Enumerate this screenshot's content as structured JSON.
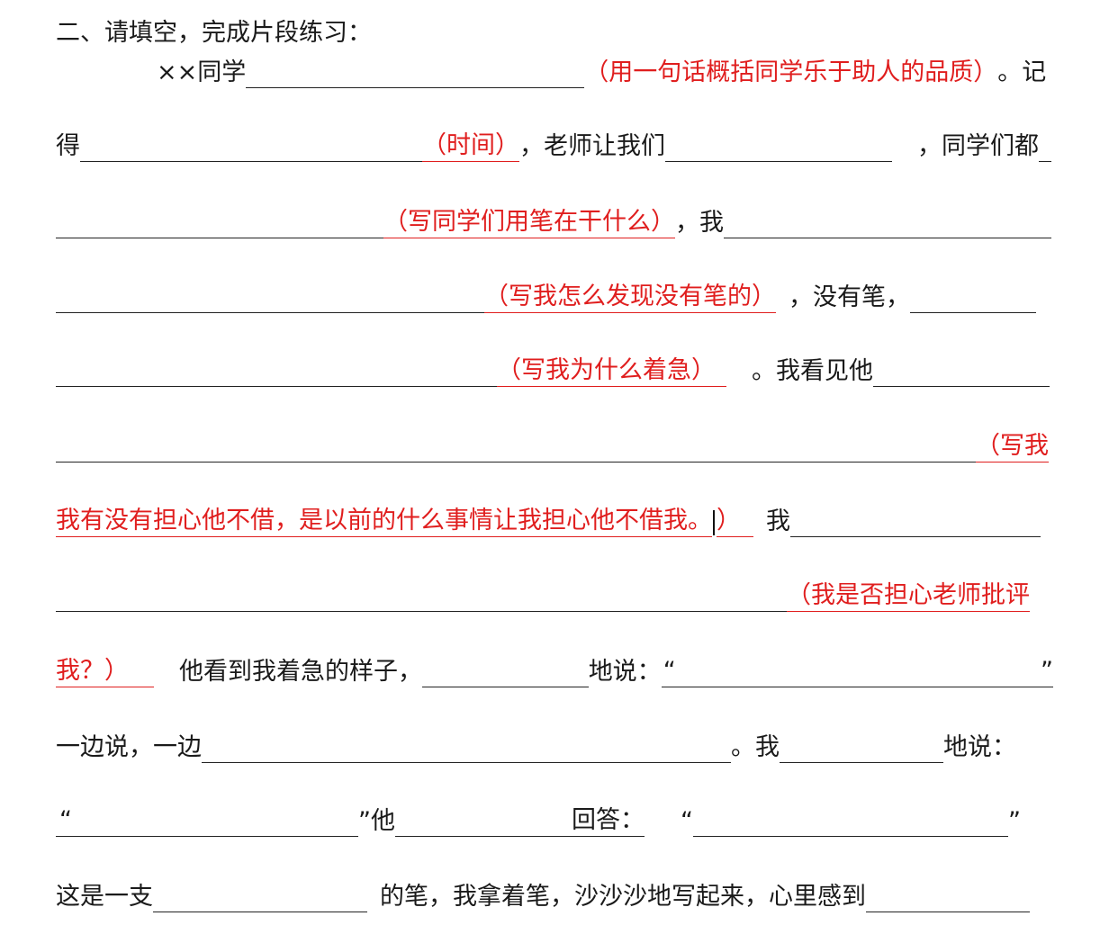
{
  "heading": "二、请填空，完成片段练习：",
  "l1": {
    "name": "××同学",
    "hint": "（用一句话概括同学乐于助人的品质）",
    "tail": "。记"
  },
  "l2": {
    "a": "得",
    "hint": "（时间）",
    "b": "，老师让我们",
    "c": "，同学们都"
  },
  "l3": {
    "hint": "（写同学们用笔在干什么）",
    "b": "，我"
  },
  "l4": {
    "hint": "（写我怎么发现没有笔的）",
    "b": "，没有笔，"
  },
  "l5": {
    "hint": "（写我为什么着急）",
    "b": "。我看见他"
  },
  "l6": {
    "hint": "（写我"
  },
  "l7": {
    "hint_a": "我有没有担心他不借，是以前的什么事情让我担心他不借我。",
    "hint_b": "）",
    "b": "我"
  },
  "l8": {
    "hint": "（我是否担心老师批评"
  },
  "l9": {
    "hint": "我？）",
    "b": "他看到我着急的样子，",
    "c": "地说：",
    "q1": "“",
    "q2": "”"
  },
  "l10": {
    "a": "一边说，一边",
    "b": "。我",
    "c": "地说："
  },
  "l11": {
    "q1": "“",
    "q2": "”他",
    "c": "回答：",
    "q3": "“",
    "q4": "”"
  },
  "l12": {
    "a": "这是一支",
    "b": "的笔，我拿着笔，沙沙沙地写起来，心里感到"
  }
}
